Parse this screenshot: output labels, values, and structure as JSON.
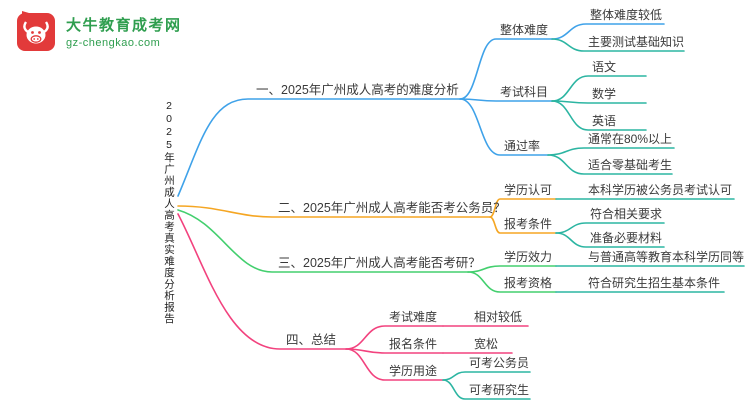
{
  "logo": {
    "site_name": "大牛教育成考网",
    "site_url": "gz-chengkao.com"
  },
  "colors": {
    "blue": "#3fa2e9",
    "orange": "#f5a623",
    "green": "#43cf6e",
    "pink": "#f2427e",
    "teal": "#2cb5a2",
    "logo_red": "#e23a3a",
    "logo_green": "#2f9e4f",
    "text": "#3a3a3a"
  },
  "mindmap": {
    "root": "2025年广州成人高考真实难度分析报告",
    "b1": {
      "label": "一、2025年广州成人高考的难度分析",
      "overall": {
        "label": "整体难度",
        "low": "整体难度较低",
        "basic": "主要测试基础知识"
      },
      "subjects": {
        "label": "考试科目",
        "chinese": "语文",
        "math": "数学",
        "english": "英语"
      },
      "pass": {
        "label": "通过率",
        "rate": "通常在80%以上",
        "zero": "适合零基础考生"
      }
    },
    "b2": {
      "label": "二、2025年广州成人高考能否考公务员？",
      "recognition": {
        "label": "学历认可",
        "detail": "本科学历被公务员考试认可"
      },
      "conditions": {
        "label": "报考条件",
        "meet": "符合相关要求",
        "materials": "准备必要材料"
      }
    },
    "b3": {
      "label": "三、2025年广州成人高考能否考研？",
      "validity": {
        "label": "学历效力",
        "detail": "与普通高等教育本科学历同等"
      },
      "eligibility": {
        "label": "报考资格",
        "detail": "符合研究生招生基本条件"
      }
    },
    "b4": {
      "label": "四、总结",
      "difficulty": {
        "label": "考试难度",
        "detail": "相对较低"
      },
      "signup": {
        "label": "报名条件",
        "detail": "宽松"
      },
      "usage": {
        "label": "学历用途",
        "civil": "可考公务员",
        "grad": "可考研究生"
      }
    }
  }
}
